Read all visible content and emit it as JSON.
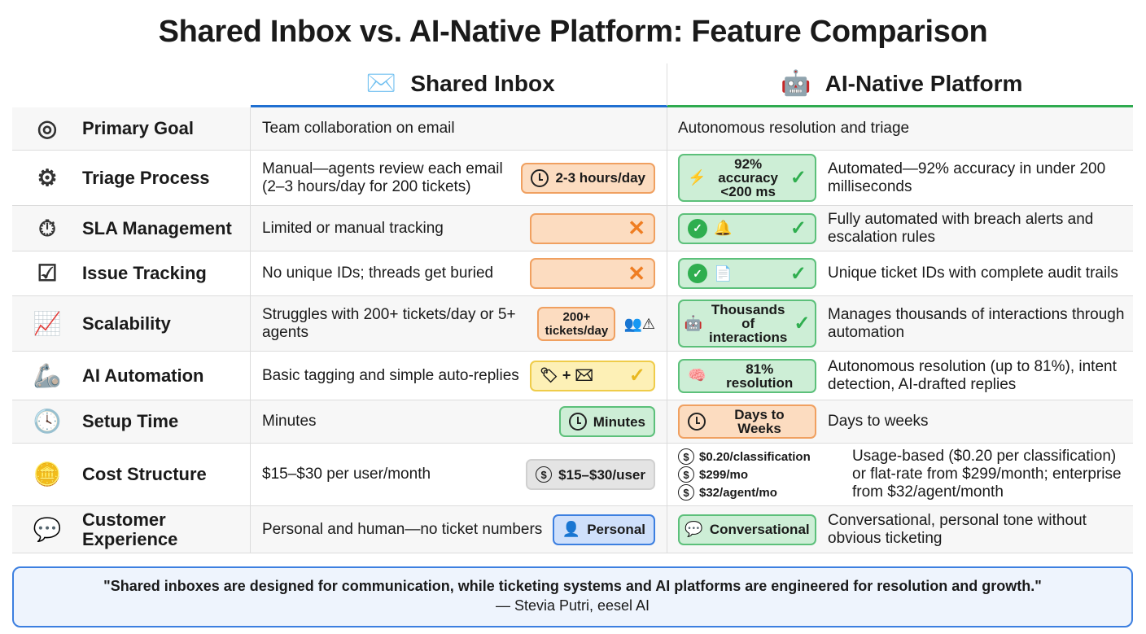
{
  "title": "Shared Inbox vs. AI-Native Platform: Feature Comparison",
  "columns": {
    "inbox": "Shared Inbox",
    "ai": "AI-Native Platform",
    "inbox_icon": "team-envelope-icon",
    "ai_icon": "robot-chip-icon"
  },
  "colors": {
    "inbox_accent": "#1f6fd1",
    "ai_accent": "#2eaa4f",
    "warning": "#ef7d22"
  },
  "rows": [
    {
      "label": "Primary Goal",
      "icon": "target-icon",
      "inbox": "Team collaboration on email",
      "ai": "Autonomous resolution and triage"
    },
    {
      "label": "Triage Process",
      "icon": "gears-clock-icon",
      "inbox": "Manual—agents review each email (2–3 hours/day for 200 tickets)",
      "inbox_badge": {
        "text": "2-3 hours/day",
        "style": "orange",
        "icon": "clock-icon"
      },
      "ai_badge": {
        "text": "92% accuracy <200 ms",
        "style": "green",
        "icon": "lightning-clock-icon",
        "check": true
      },
      "ai": "Automated—92% accuracy in under 200 milliseconds"
    },
    {
      "label": "SLA Management",
      "icon": "stopwatch-warning-icon",
      "inbox": "Limited or manual tracking",
      "inbox_badge": {
        "text": "",
        "style": "orange",
        "cross": true
      },
      "ai_badge": {
        "text": "",
        "style": "green",
        "icon": "bell-alert-icon",
        "dot": true,
        "check": true
      },
      "ai": "Fully automated with breach alerts and escalation rules"
    },
    {
      "label": "Issue Tracking",
      "icon": "checklist-search-icon",
      "inbox": "No unique IDs; threads get buried",
      "inbox_badge": {
        "text": "",
        "style": "orange",
        "cross": true
      },
      "ai_badge": {
        "text": "",
        "style": "green",
        "icon": "document-flow-icon",
        "dot": true,
        "check": true
      },
      "ai": "Unique ticket IDs with complete audit trails"
    },
    {
      "label": "Scalability",
      "icon": "growth-chart-icon",
      "inbox": "Struggles with 200+ tickets/day or 5+ agents",
      "inbox_badge": {
        "text": "200+ tickets/day",
        "style": "orange",
        "extra": "users-warning-icon"
      },
      "ai_badge": {
        "text": "Thousands of interactions",
        "style": "green",
        "icon": "robot-icon",
        "check": true
      },
      "ai": "Manages thousands of interactions through automation"
    },
    {
      "label": "AI Automation",
      "icon": "robot-arm-icon",
      "inbox": "Basic tagging and simple auto-replies",
      "inbox_badge": {
        "text": "",
        "style": "yellow",
        "icon": "tag-plus-mail-icon",
        "check": true
      },
      "ai_badge": {
        "text": "81% resolution",
        "style": "green",
        "icon": "brain-icon"
      },
      "ai": "Autonomous resolution (up to 81%), intent detection, AI-drafted replies"
    },
    {
      "label": "Setup Time",
      "icon": "clock-calendar-icon",
      "inbox": "Minutes",
      "inbox_badge": {
        "text": "Minutes",
        "style": "green",
        "icon": "clock-icon"
      },
      "ai_badge": {
        "text": "Days to Weeks",
        "style": "orange",
        "icon": "clock-icon"
      },
      "ai": "Days to weeks"
    },
    {
      "label": "Cost Structure",
      "icon": "coins-icon",
      "inbox": "$15–$30 per user/month",
      "inbox_badge": {
        "text": "$15–$30/user",
        "style": "gray",
        "icon": "dollar-icon"
      },
      "ai_costs": [
        "$0.20/classification",
        "$299/mo",
        "$32/agent/mo"
      ],
      "ai": "Usage-based ($0.20 per classification) or flat-rate from $299/month; enterprise from $32/agent/month"
    },
    {
      "label": "Customer Experience",
      "icon": "chat-heart-icon",
      "inbox": "Personal and human—no ticket numbers",
      "inbox_badge": {
        "text": "Personal",
        "style": "blue",
        "icon": "person-icon"
      },
      "ai_badge": {
        "text": "Conversational",
        "style": "green",
        "icon": "chat-heart-icon"
      },
      "ai": "Conversational, personal tone without obvious ticketing"
    }
  ],
  "quote": {
    "text": "\"Shared inboxes are designed for communication, while ticketing systems and AI platforms are engineered for resolution and growth.\"",
    "author": "— Stevia Putri, eesel AI"
  }
}
